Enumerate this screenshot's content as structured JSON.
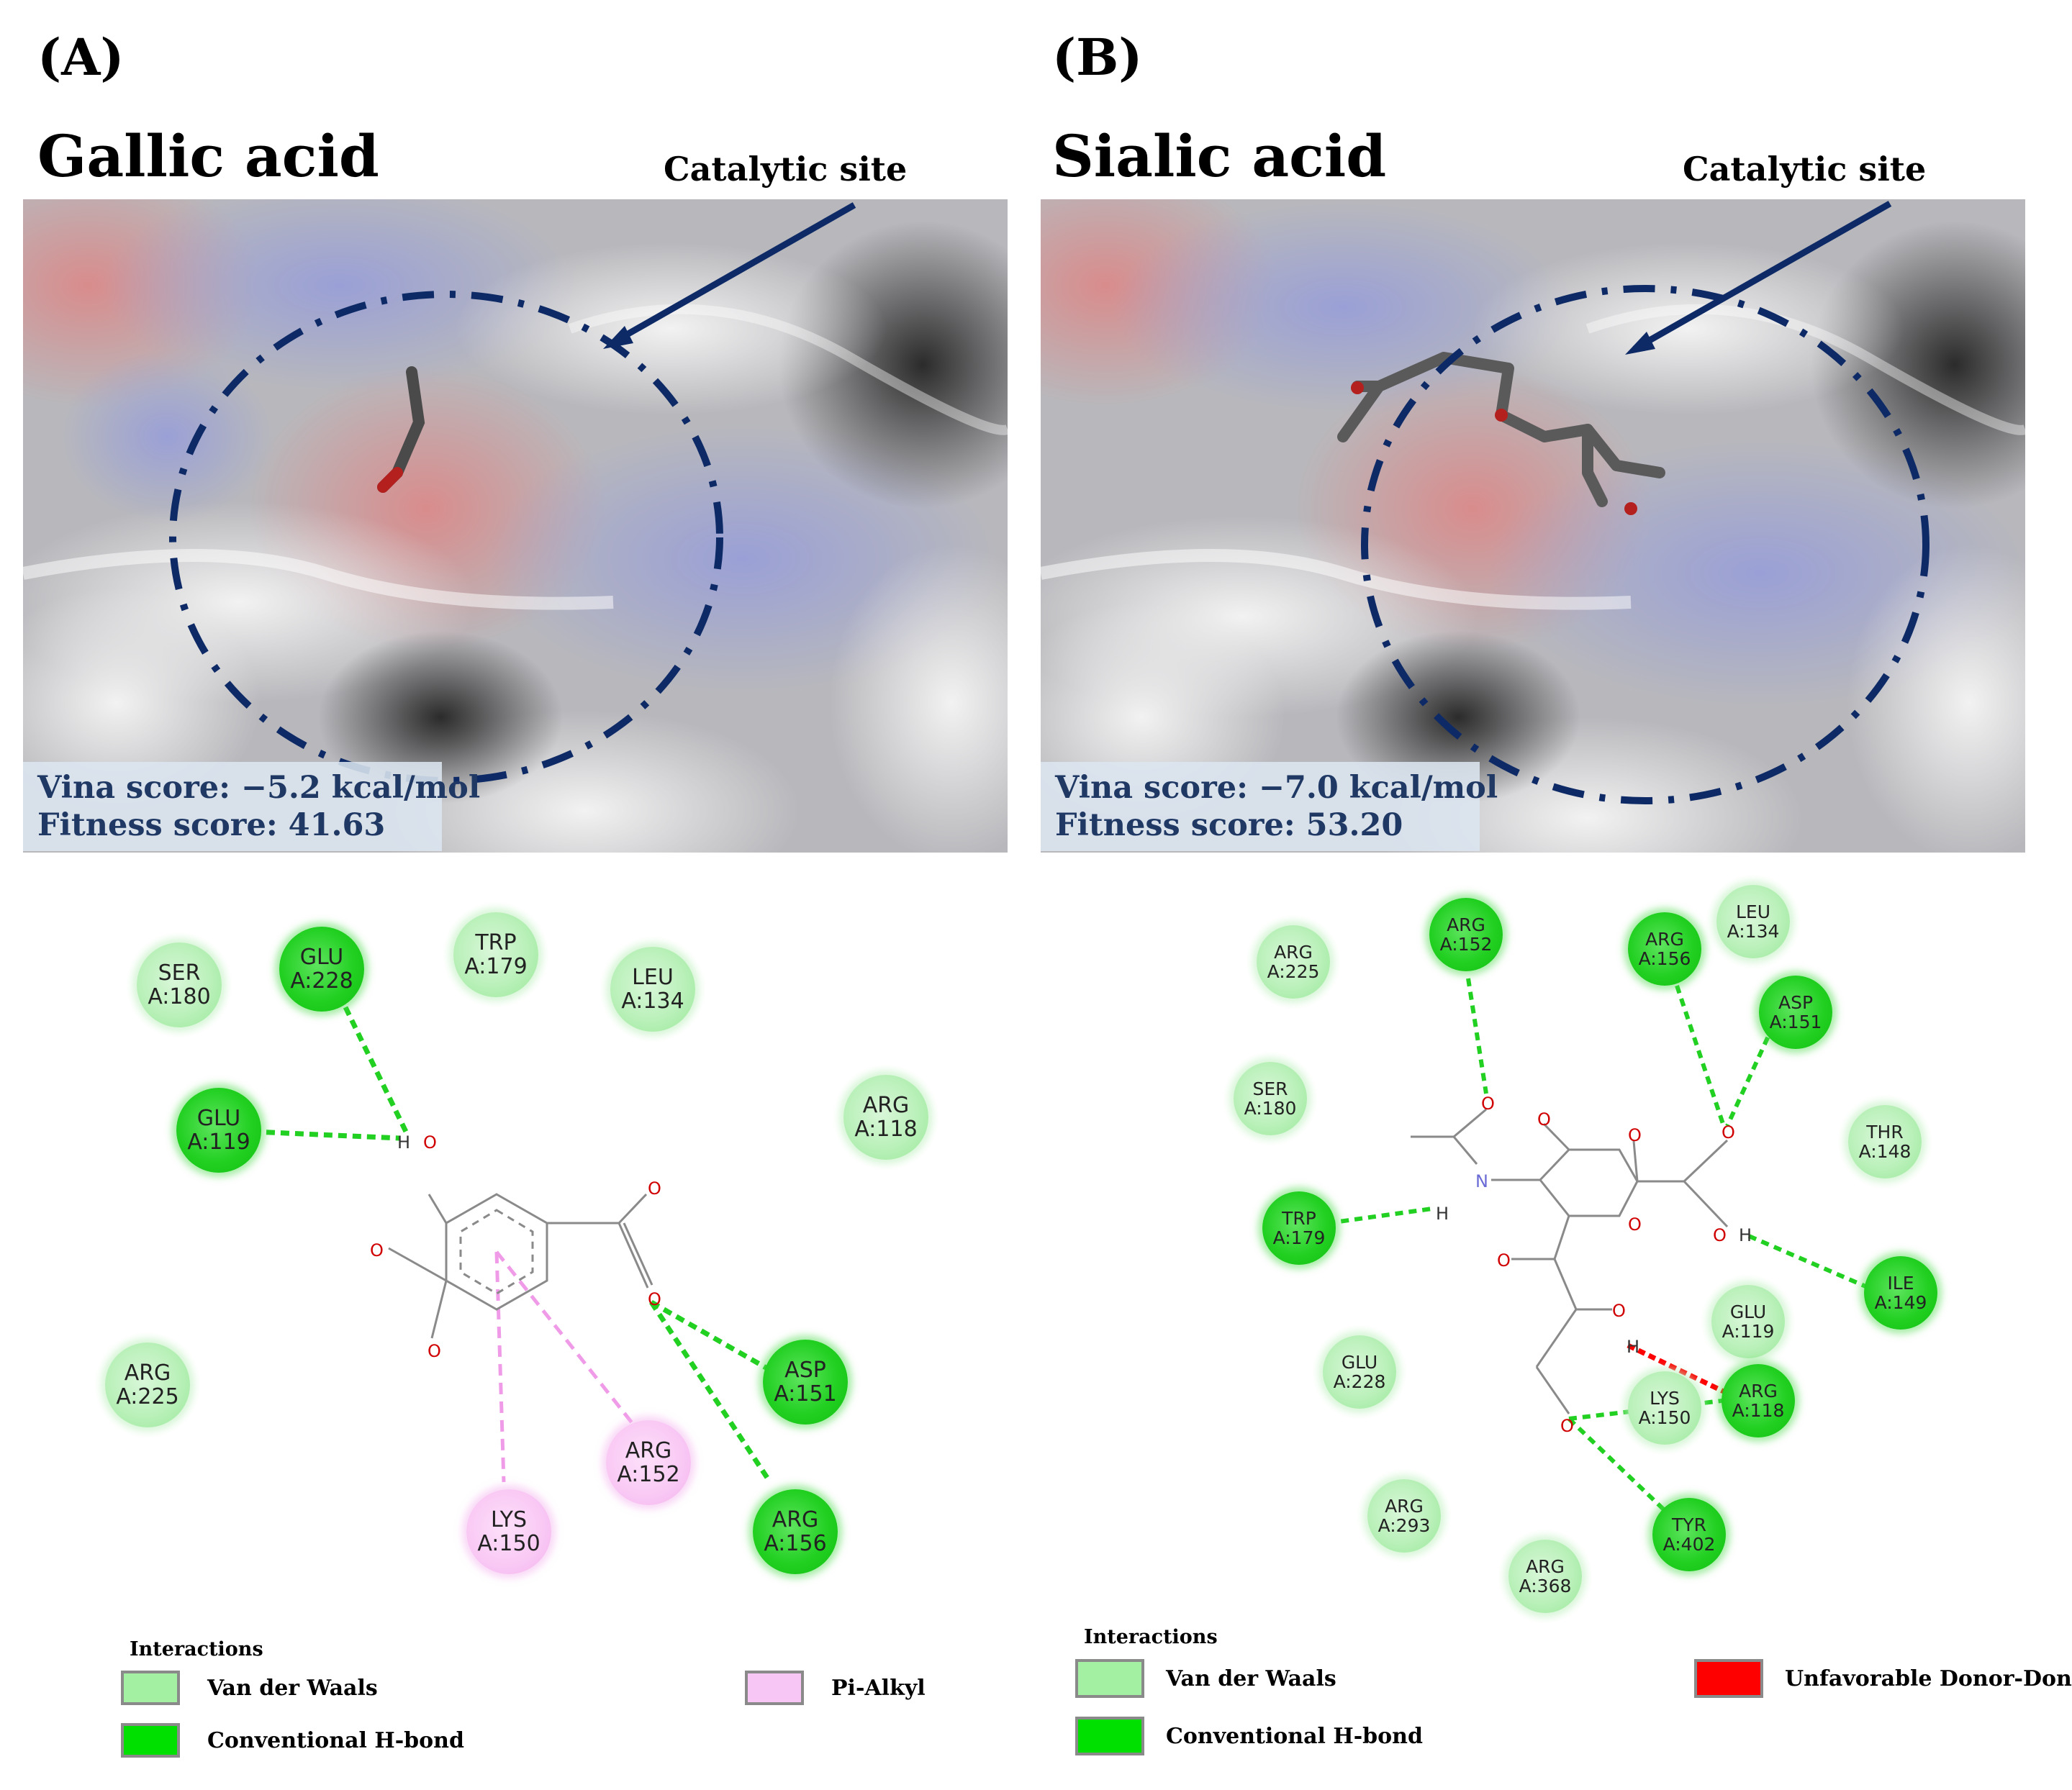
{
  "panel_a": {
    "label": "(A)",
    "molecule": "Gallic acid",
    "site_label": "Catalytic site",
    "vina_score": "Vina score: −5.2 kcal/mol",
    "fitness_score": "Fitness score: 41.63",
    "residues": [
      {
        "name": "SER",
        "id": "A:180",
        "type": "vdw"
      },
      {
        "name": "GLU",
        "id": "A:228",
        "type": "hbond"
      },
      {
        "name": "TRP",
        "id": "A:179",
        "type": "vdw"
      },
      {
        "name": "LEU",
        "id": "A:134",
        "type": "vdw"
      },
      {
        "name": "GLU",
        "id": "A:119",
        "type": "hbond"
      },
      {
        "name": "ARG",
        "id": "A:118",
        "type": "vdw"
      },
      {
        "name": "ARG",
        "id": "A:225",
        "type": "vdw"
      },
      {
        "name": "ASP",
        "id": "A:151",
        "type": "hbond"
      },
      {
        "name": "ARG",
        "id": "A:152",
        "type": "pi-alkyl"
      },
      {
        "name": "LYS",
        "id": "A:150",
        "type": "pi-alkyl"
      },
      {
        "name": "ARG",
        "id": "A:156",
        "type": "hbond"
      }
    ],
    "legend": {
      "title": "Interactions",
      "items": [
        "Van der Waals",
        "Conventional H-bond",
        "Pi-Alkyl"
      ]
    }
  },
  "panel_b": {
    "label": "(B)",
    "molecule": "Sialic acid",
    "site_label": "Catalytic site",
    "vina_score": "Vina score: −7.0 kcal/mol",
    "fitness_score": "Fitness score: 53.20",
    "residues": [
      {
        "name": "ARG",
        "id": "A:225",
        "type": "vdw"
      },
      {
        "name": "ARG",
        "id": "A:152",
        "type": "hbond"
      },
      {
        "name": "ARG",
        "id": "A:156",
        "type": "hbond"
      },
      {
        "name": "LEU",
        "id": "A:134",
        "type": "vdw"
      },
      {
        "name": "ASP",
        "id": "A:151",
        "type": "hbond"
      },
      {
        "name": "SER",
        "id": "A:180",
        "type": "vdw"
      },
      {
        "name": "THR",
        "id": "A:148",
        "type": "vdw"
      },
      {
        "name": "TRP",
        "id": "A:179",
        "type": "hbond"
      },
      {
        "name": "ILE",
        "id": "A:149",
        "type": "hbond"
      },
      {
        "name": "GLU",
        "id": "A:119",
        "type": "vdw"
      },
      {
        "name": "GLU",
        "id": "A:228",
        "type": "vdw"
      },
      {
        "name": "LYS",
        "id": "A:150",
        "type": "vdw"
      },
      {
        "name": "ARG",
        "id": "A:118",
        "type": "hbond"
      },
      {
        "name": "ARG",
        "id": "A:293",
        "type": "vdw"
      },
      {
        "name": "TYR",
        "id": "A:402",
        "type": "hbond"
      },
      {
        "name": "ARG",
        "id": "A:368",
        "type": "vdw"
      }
    ],
    "legend": {
      "title": "Interactions",
      "items": [
        "Van der Waals",
        "Conventional H-bond",
        "Unfavorable Donor-Donor"
      ]
    }
  },
  "atoms": {
    "o": "O",
    "h": "H",
    "n": "N"
  },
  "colors": {
    "vdw": "#a3f0a3",
    "hbond": "#00e000",
    "pi_alkyl": "#f8c6f5",
    "unfavorable": "#ff0000",
    "score_text": "#1f3864",
    "circle": "#0d2a66"
  }
}
